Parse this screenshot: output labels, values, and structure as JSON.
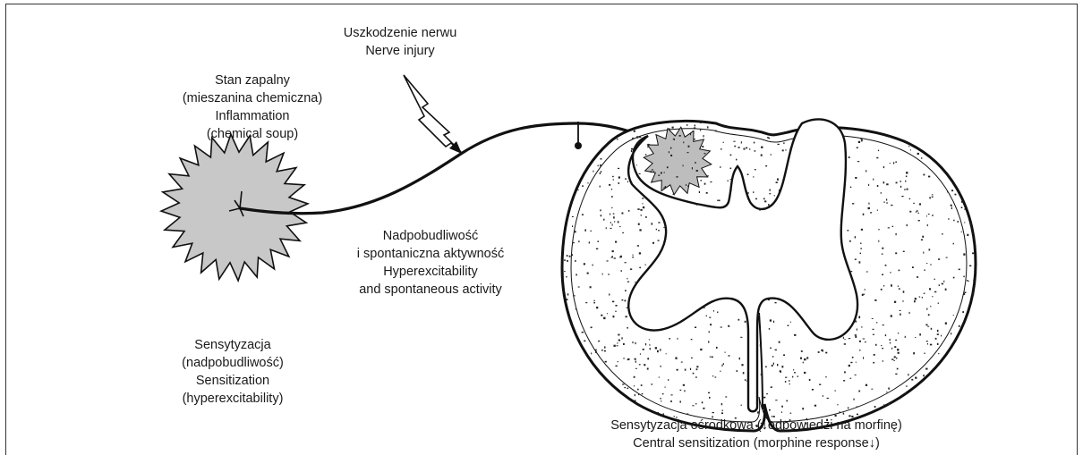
{
  "labels": {
    "nerve_injury": {
      "pl": "Uszkodzenie nerwu",
      "en": "Nerve injury"
    },
    "inflammation": {
      "pl_1": "Stan zapalny",
      "pl_2": "(mieszanina chemiczna)",
      "en_1": "Inflammation",
      "en_2": "(chemical soup)"
    },
    "hyperexcitability": {
      "pl_1": "Nadpobudliwość",
      "pl_2": "i spontaniczna aktywność",
      "en_1": "Hyperexcitability",
      "en_2": "and spontaneous activity"
    },
    "sensitization": {
      "pl_1": "Sensytyzacja",
      "pl_2": "(nadpobudliwość)",
      "en_1": "Sensitization",
      "en_2": "(hyperexcitability)"
    },
    "central_sensitization": {
      "pl": "Sensytyzacja ośrodkowa (↓odpowiedzi na morfinę)",
      "en": "Central sensitization (morphine response↓)"
    }
  },
  "colors": {
    "stroke": "#111111",
    "fill_gray": "#c8c8c8"
  }
}
